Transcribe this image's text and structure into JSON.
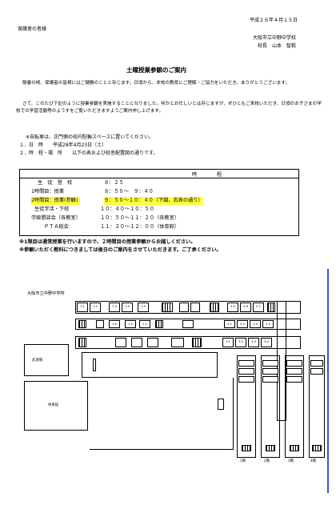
{
  "header": {
    "date": "平成２８年４月１５日",
    "addressee": "保護者の皆様",
    "school": "大阪市立中野中学校",
    "principal": "校長　山本　智毅"
  },
  "title": "土曜授業参観のご案内",
  "body": {
    "paragraph1": "陽春の候、保護者の皆様にはご健勝のことと存じます。日頃から、本校の教育にご理解・ご協力をいただき、ありがとうございます。",
    "paragraph2": "さて、このたび下記のように授業参観を実施することになりました。何かとお忙しいとは存じますが、ぜひともご来校いただき、日頃のお子さまの学校での学習活動等のようすをご覧いただきますようご案内申し上げます。",
    "bike_note": "※自転車は、正門側の校内駐輪スペースに置いてください。",
    "item1": "１．日　時　　平成28年4月23日（土）",
    "item2": "２．時　程・場　所　　以下の表および校舎配置図の通りです。"
  },
  "schedule": {
    "header": "時　　　　程",
    "rows": [
      {
        "label": "生　徒　登　校",
        "time": "８：２５",
        "highlight": false
      },
      {
        "label": "1時間目：授業",
        "time": "８：５０〜　９：４０",
        "highlight": false
      },
      {
        "label": "2時間目：授業(参観)",
        "time": "９：５０〜１０：４０（下図、右表の通り）",
        "highlight": true
      },
      {
        "label": "生徒学活・下校",
        "time": "１０：４０〜１０：５０",
        "highlight": false
      },
      {
        "label": "学級懇談会（各教室）",
        "time": "１０：５０〜１１：２０（各教室）",
        "highlight": false
      },
      {
        "label": "ＰＴＡ総会",
        "time": "１１：３０〜１２：００（体育館）",
        "highlight": false
      }
    ]
  },
  "notes": [
    "※1限目は通常授業を行いますので、２時間目の授業参観からお越しください。",
    "※参観いただく教科につきましては後日のご案内をさせていただきます。ご了承ください。"
  ],
  "map": {
    "school_label": "大阪市立中野中学校",
    "budokan": "武道場",
    "gym": "体育館",
    "top_rooms": [
      "1-1",
      "1-2",
      "1-3",
      "1-4",
      "1-5",
      "2-5",
      "2-6",
      "2-7"
    ],
    "mid_rooms": [
      "1-6",
      "1-1",
      "1-2",
      "2-1",
      "2-2",
      "2-3",
      "2-4"
    ],
    "low_rooms": [
      "3-1",
      "3-2",
      "3-3",
      "3-4"
    ],
    "floor_labels": [
      "1階",
      "2階",
      "3階",
      "4階"
    ],
    "colors": {
      "highlight": "#ffff3b",
      "map_border": "#3b4fd9"
    }
  }
}
